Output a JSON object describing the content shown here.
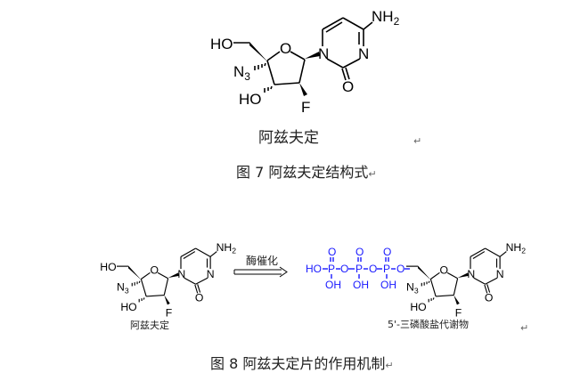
{
  "atoms": {
    "ho_top": "HO",
    "o_ring": "O",
    "n1": "N",
    "n3": "N",
    "o_carbonyl": "O",
    "nh": "NH",
    "nh_sub": "2",
    "n_azide": "N",
    "n_azide_sub": "3",
    "ho_bottom": "HO",
    "f": "F"
  },
  "figure7": {
    "compound_name": "阿兹夫定",
    "caption": "图 7  阿兹夫定结构式",
    "return_mark": "↵"
  },
  "figure8": {
    "reactant_name": "阿兹夫定",
    "arrow_label": "酶催化",
    "product_name": "5'-三磷酸盐代谢物",
    "caption": "图 8  阿兹夫定片的作用机制",
    "return_mark": "↵",
    "phosphate": {
      "ho": "HO",
      "p": "P",
      "o": "O",
      "oh": "OH"
    }
  },
  "colors": {
    "phosphate": "#1a1aff"
  }
}
